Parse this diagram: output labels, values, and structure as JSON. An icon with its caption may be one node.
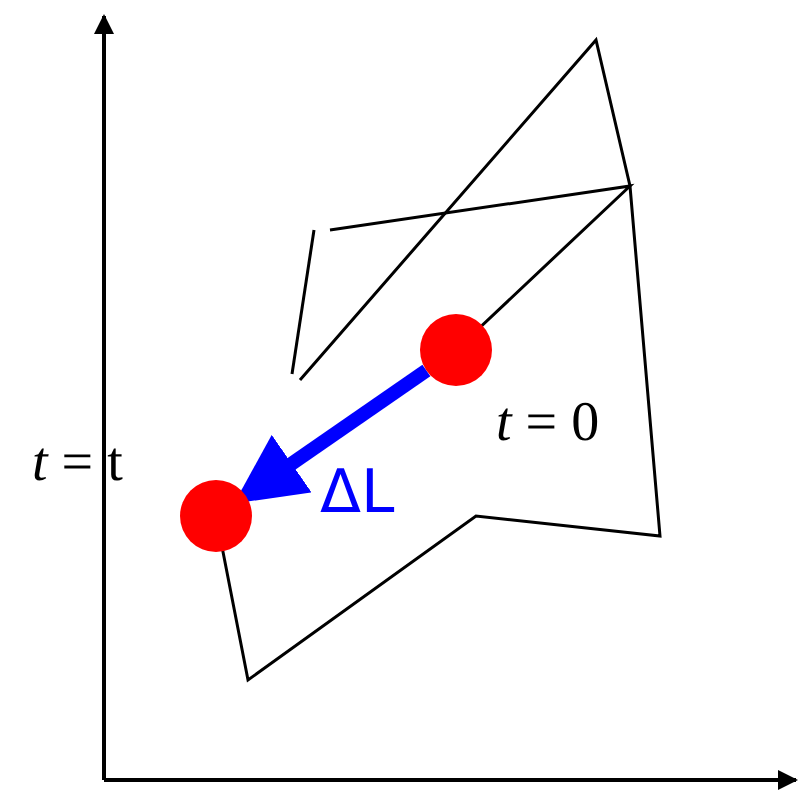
{
  "diagram": {
    "nodes": [
      {
        "text": [],
        "shape": "circle",
        "beside": [
          "*t* = t"
        ]
      },
      {
        "text": [],
        "shape": "circle",
        "beside": [
          "*t* = 0"
        ]
      }
    ],
    "edges": [
      {
        "from": 1,
        "to": 0,
        "arrow": "to",
        "label": "ΔL",
        "color": "#0000ff"
      }
    ]
  }
}
